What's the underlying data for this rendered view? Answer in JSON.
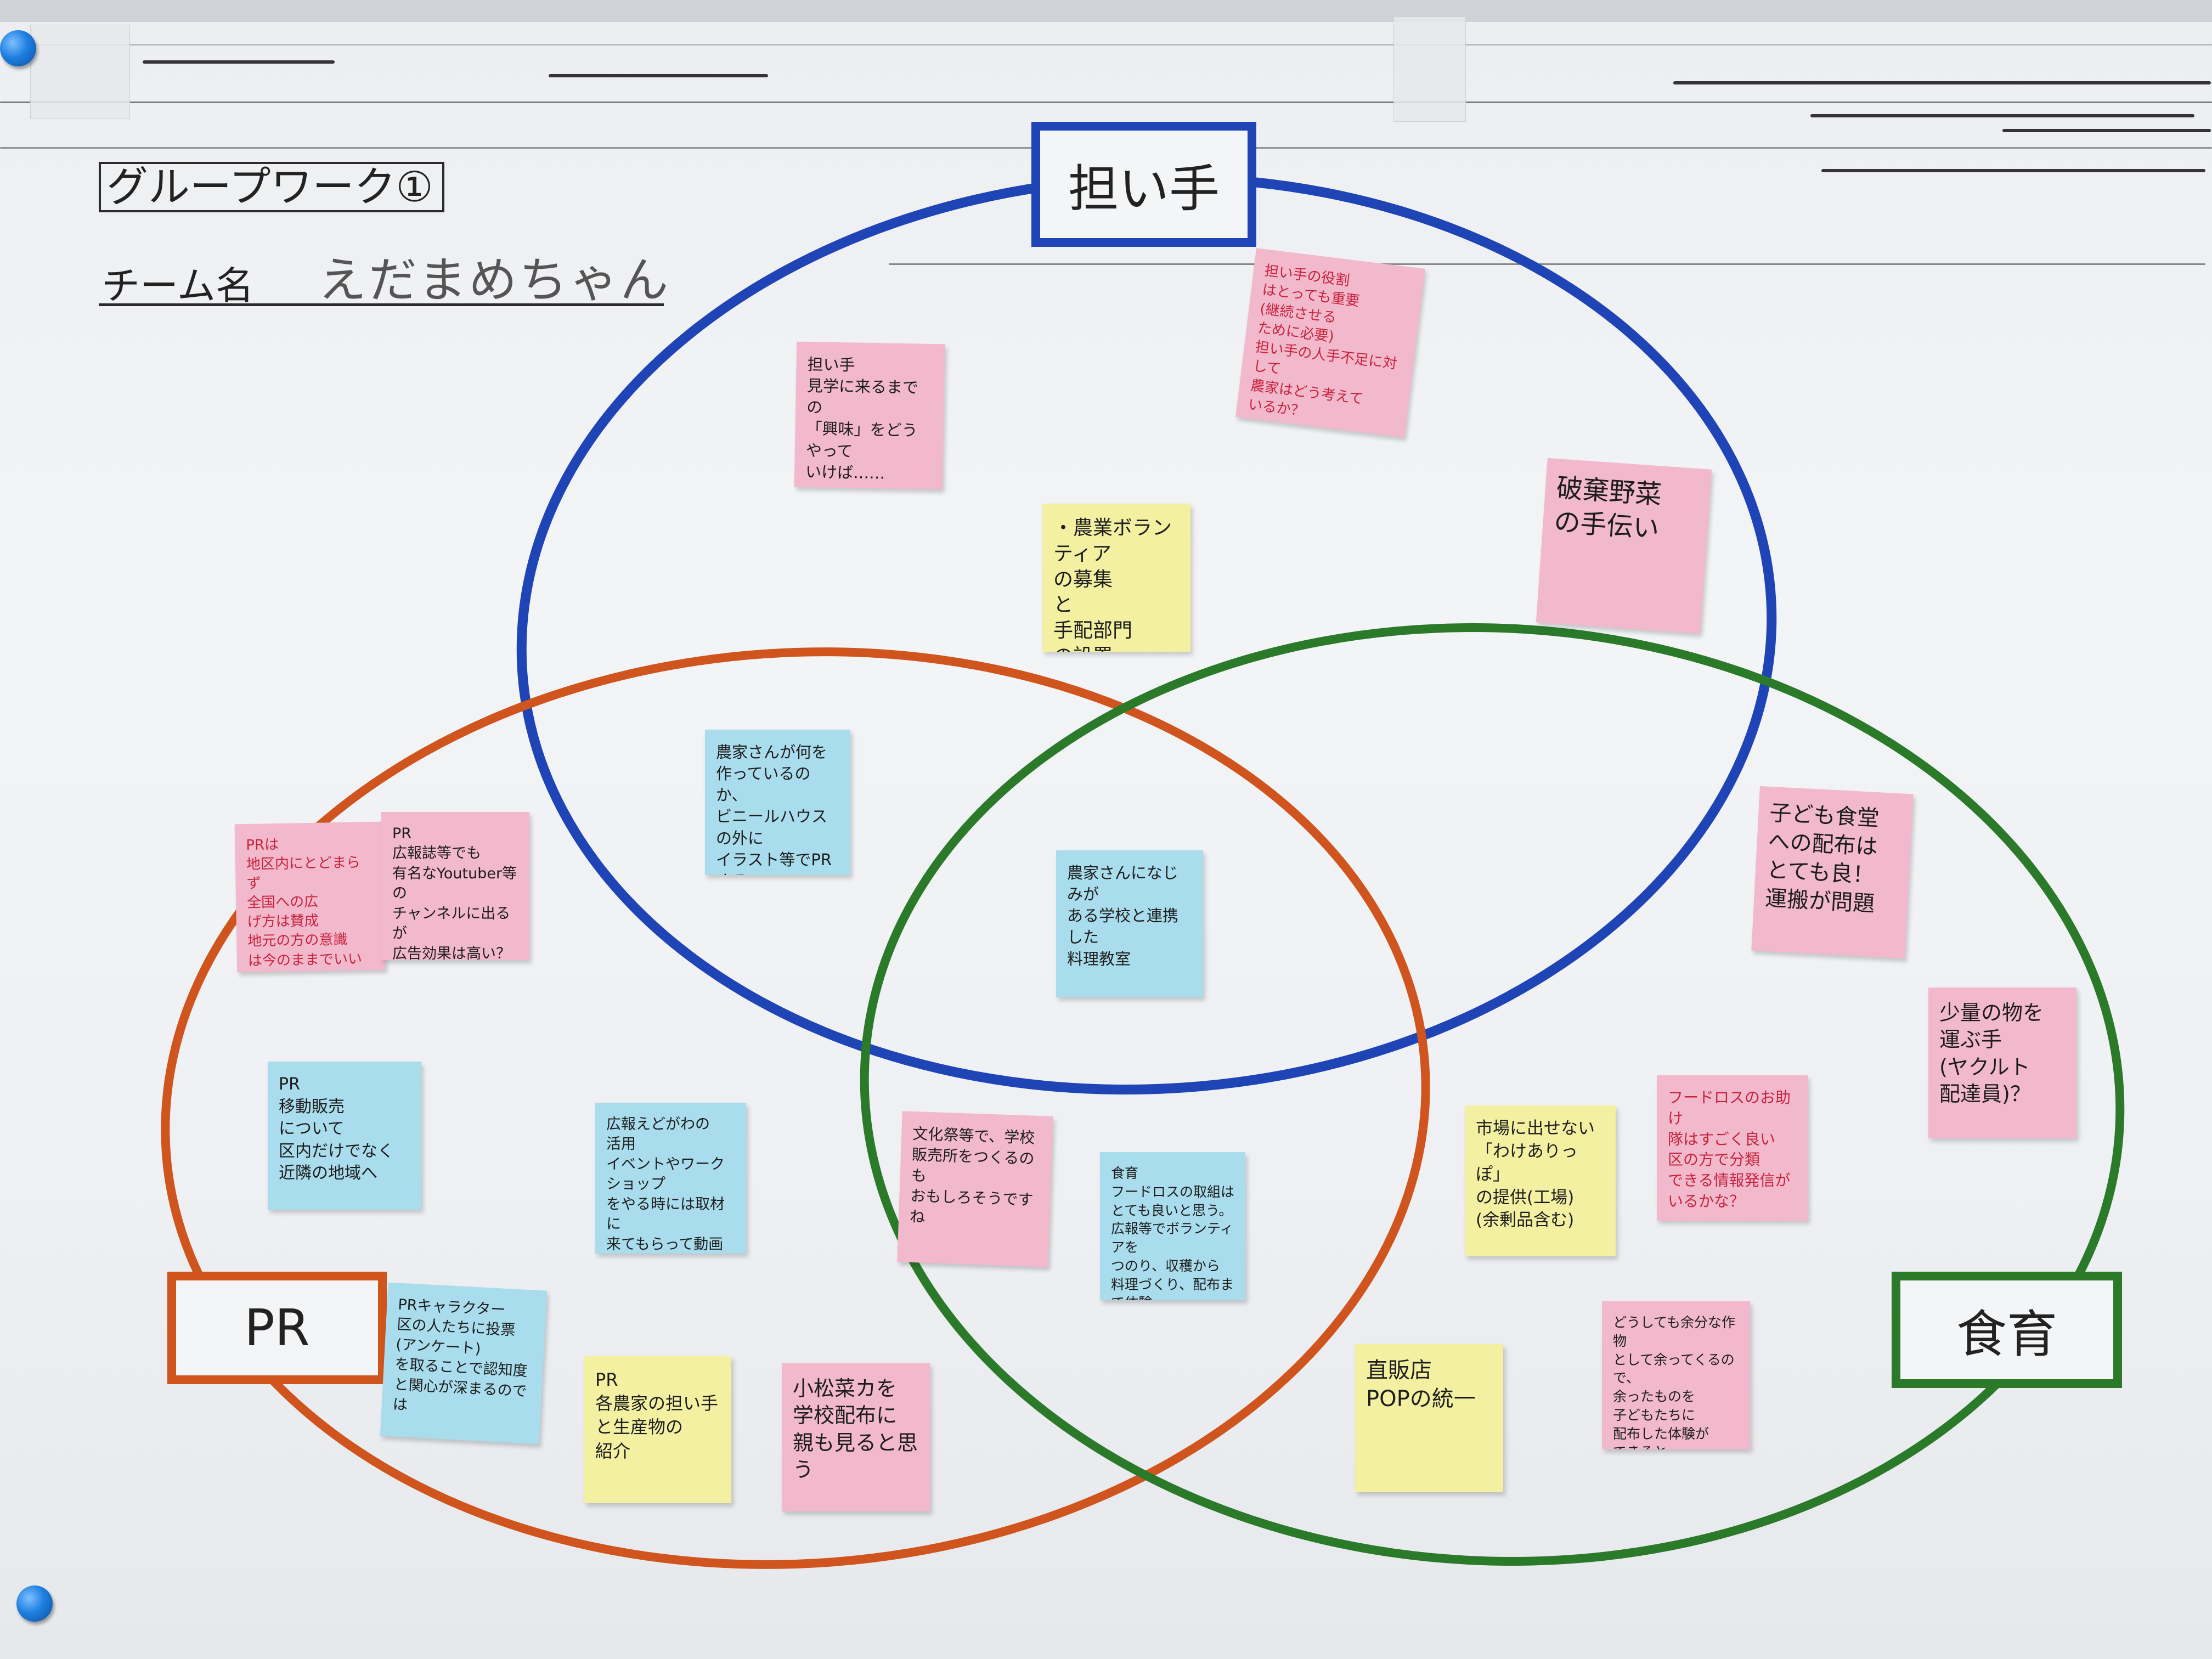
{
  "board": {
    "title": "グループワーク①",
    "team_label": "チーム名",
    "team_name": "えだまめちゃん"
  },
  "circles": {
    "top": {
      "label": "担い手",
      "color": "#1e44b6"
    },
    "left": {
      "label": "PR",
      "color": "#d0541d"
    },
    "right": {
      "label": "食育",
      "color": "#2a7a2a"
    }
  },
  "notes": [
    {
      "color": "pink",
      "ink": "black",
      "text": "担い手\n見学に来るまでの\n「興味」をどうやって\nいけば……"
    },
    {
      "color": "pink",
      "ink": "red",
      "text": "担い手の役割\nはとっても重要\n(継続させる\nために必要)\n担い手の人手不足に対して\n農家はどう考えて\nいるか？"
    },
    {
      "color": "yellow",
      "ink": "black",
      "text": "・農業ボランティア\nの募集\nと\n手配部門\nの設置"
    },
    {
      "color": "pink",
      "ink": "black",
      "text": "破棄野菜\nの手伝い"
    },
    {
      "color": "blue",
      "ink": "black",
      "text": "農家さんが何を\n作っているのか、\nビニールハウスの外に\nイラスト等でPRする\nQRコード"
    },
    {
      "color": "pink",
      "ink": "red",
      "text": "PRは\n地区内にとどまらず\n全国への広\nげ方は賛成\n地元の方の意識\nは今のままでいいのか"
    },
    {
      "color": "pink",
      "ink": "black",
      "text": "PR\n広報誌等でも\n有名なYoutuber等の\nチャンネルに出るが\n広告効果は高い？"
    },
    {
      "color": "blue",
      "ink": "black",
      "text": "農家さんになじみが\nある学校と連携した\n料理教室"
    },
    {
      "color": "pink",
      "ink": "black",
      "text": "子ども食堂\nへの配布は\nとても良！\n運搬が問題"
    },
    {
      "color": "pink",
      "ink": "black",
      "text": "少量の物を\n運ぶ手\n(ヤクルト\n配達員)？"
    },
    {
      "color": "blue",
      "ink": "black",
      "text": "PR\n移動販売\nについて\n区内だけでなく\n近隣の地域へ"
    },
    {
      "color": "blue",
      "ink": "black",
      "text": "広報えどがわの\n活用\nイベントやワークショップ\nをやる時には取材に\n来てもらって動画で\n配信してもらう"
    },
    {
      "color": "pink",
      "ink": "black",
      "text": "文化祭等で、学校\n販売所をつくるのも\nおもしろそうですね"
    },
    {
      "color": "blue",
      "ink": "black",
      "text": "食育\nフードロスの取組は\nとても良いと思う。\n広報等でボランティアを\nつのり、収穫から\n料理づくり、配布まで体験"
    },
    {
      "color": "yellow",
      "ink": "black",
      "text": "市場に出せない\n「わけありっぽ」\nの提供(工場)\n(余剰品含む)"
    },
    {
      "color": "pink",
      "ink": "red",
      "text": "フードロスのお助け\n隊はすごく良い\n区の方で分類\nできる情報発信が\nいるかな？"
    },
    {
      "color": "blue",
      "ink": "black",
      "text": "PRキャラクター\n区の人たちに投票\n(アンケート)\nを取ることで認知度\nと関心が深まるのでは"
    },
    {
      "color": "yellow",
      "ink": "black",
      "text": "PR\n各農家の担い手\nと生産物の\n紹介"
    },
    {
      "color": "pink",
      "ink": "black",
      "text": "小松菜カを\n学校配布に\n親も見ると思う"
    },
    {
      "color": "yellow",
      "ink": "black",
      "text": "直販店\nPOPの統一"
    },
    {
      "color": "pink",
      "ink": "black",
      "text": "どうしても余分な作物\nとして余ってくるので、\n余ったものを\n子どもたちに\n配布した体験が\nできると……"
    }
  ]
}
